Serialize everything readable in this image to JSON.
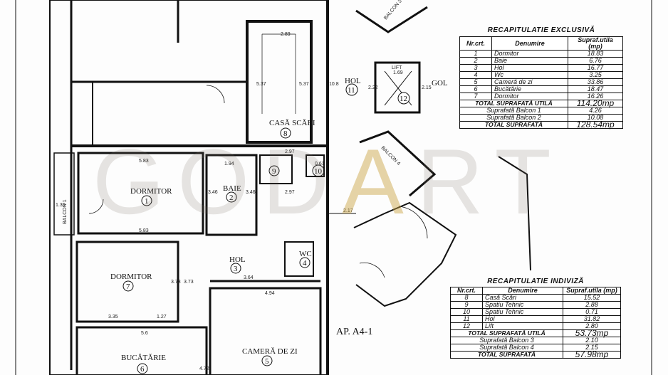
{
  "plan": {
    "rooms": [
      {
        "name": "DORMITOR",
        "nr": "1"
      },
      {
        "name": "BAIE",
        "nr": "2"
      },
      {
        "name": "HOL",
        "nr": "3"
      },
      {
        "name": "WC",
        "nr": "4"
      },
      {
        "name": "CAMERĂ DE ZI",
        "nr": "5"
      },
      {
        "name": "BUCĂTĂRIE",
        "nr": "6"
      },
      {
        "name": "DORMITOR",
        "nr": "7"
      },
      {
        "name": "CASĂ SCĂRI",
        "nr": "8"
      },
      {
        "name": "",
        "nr": "9"
      },
      {
        "name": "",
        "nr": "10"
      },
      {
        "name": "HOL",
        "nr": "11"
      },
      {
        "name": "LIFT",
        "nr": "12"
      }
    ],
    "gol": "GOL",
    "balcon1": "BALCON 1",
    "balcon3": "BALCON 3",
    "balcon4": "BALCON 4",
    "apartment": "AP. A4-1",
    "watermark": "GODART",
    "dims": [
      "2.89",
      "5.37",
      "5.37",
      "10.8",
      "5.83",
      "1.94",
      "2.97",
      "3.46",
      "3.46",
      "5.83",
      "2.97",
      "2.17",
      "3.64",
      "4.94",
      "3.35",
      "1.27",
      "5.6",
      "3.73",
      "3.73",
      "4.72",
      "1.69",
      "2.22",
      "2.15",
      "0.61",
      "1.36"
    ]
  },
  "exclusive": {
    "title": "RECAPITULATIE EXCLUSIVĂ",
    "headers": [
      "Nr.crt.",
      "Denumire",
      "Supraf.utila (mp)"
    ],
    "rows": [
      [
        "1",
        "Dormitor",
        "18.83"
      ],
      [
        "2",
        "Baie",
        "6.76"
      ],
      [
        "3",
        "Hol",
        "16.77"
      ],
      [
        "4",
        "Wc",
        "3.25"
      ],
      [
        "5",
        "Cameră de zi",
        "33.86"
      ],
      [
        "6",
        "Bucătărie",
        "18.47"
      ],
      [
        "7",
        "Dormitor",
        "16.26"
      ]
    ],
    "total_util_label": "TOTAL SUPRAFATĂ UTILĂ",
    "total_util": "114.20mp",
    "balcon1_label": "Suprafată Balcon 1",
    "balcon1": "4.26",
    "balcon2_label": "Suprafată Balcon 2",
    "balcon2": "10.08",
    "total_label": "TOTAL SUPRAFATĂ",
    "total": "128.54mp"
  },
  "indiviza": {
    "title": "RECAPITULATIE INDIVIZĂ",
    "headers": [
      "Nr.crt.",
      "Denumire",
      "Supraf.utila (mp)"
    ],
    "rows": [
      [
        "8",
        "Casă Scări",
        "15.52"
      ],
      [
        "9",
        "Spatiu Tehnic",
        "2.88"
      ],
      [
        "10",
        "Spatiu Tehnic",
        "0.71"
      ],
      [
        "11",
        "Hol",
        "31.82"
      ],
      [
        "12",
        "Lift",
        "2.80"
      ]
    ],
    "total_util_label": "TOTAL SUPRAFATĂ UTILĂ",
    "total_util": "53.73mp",
    "balcon3_label": "Suprafată Balcon 3",
    "balcon3": "2.10",
    "balcon4_label": "Suprafată Balcon 4",
    "balcon4": "2.15",
    "total_label": "TOTAL SUPRAFATĂ",
    "total": "57.98mp"
  }
}
